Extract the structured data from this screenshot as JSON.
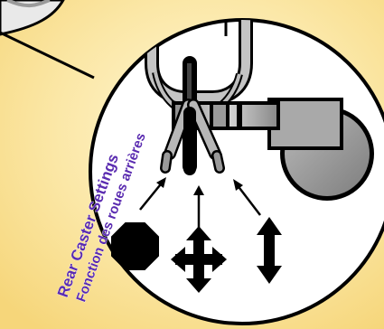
{
  "caption": {
    "line1": "Rear Caster Settings",
    "line2": "Fonction des roues arrières"
  },
  "symbols": [
    {
      "name": "brake",
      "icon": "octagon-stop-icon"
    },
    {
      "name": "swivel",
      "icon": "four-way-arrow-icon"
    },
    {
      "name": "directional",
      "icon": "two-way-vertical-arrow-icon"
    }
  ],
  "colors": {
    "background": "#fbe7a6",
    "caption": "#5a2bb0",
    "outline": "#000000",
    "circle_fill": "#ffffff"
  }
}
